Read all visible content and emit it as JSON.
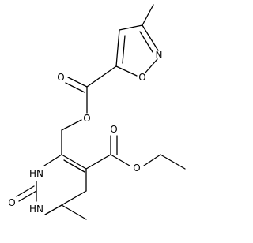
{
  "atoms": {
    "n_isoxazole": "N",
    "o_isoxazole": "O",
    "o_ester_carbonyl": "O",
    "o_ester_link": "O",
    "nh_upper": "HN",
    "o_urea": "O",
    "nh_lower": "HN",
    "o_ethyl_carbonyl": "O",
    "o_ethyl_link": "O"
  },
  "colors": {
    "bond": "#000000",
    "label": "#000000",
    "background": "#ffffff"
  }
}
